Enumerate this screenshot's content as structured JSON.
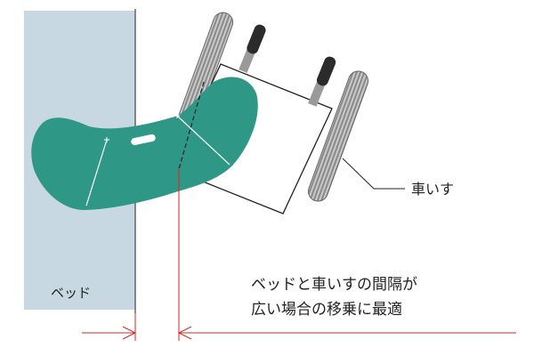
{
  "labels": {
    "bed": "ベッド",
    "wheelchair": "車いす"
  },
  "caption": {
    "line1": "ベッドと車いすの間隔が",
    "line2": "広い場合の移乗に最適"
  },
  "colors": {
    "bed_fill": "#c8d8e2",
    "board_fill": "#2e9785",
    "line_color": "#222222",
    "arrow_color": "#d22a2a",
    "tire_fill": "#8a8a8a",
    "grip_fill": "#2b2b2b"
  }
}
